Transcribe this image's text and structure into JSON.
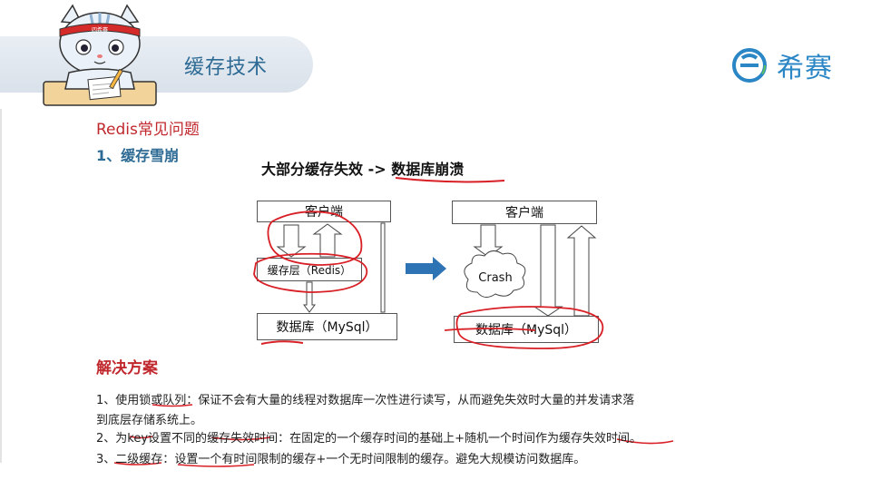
{
  "header": {
    "title": "缓存技术",
    "mascot_badge": "四希赛",
    "logo_text": "希赛"
  },
  "section": {
    "title": "Redis常见问题",
    "subtitle": "1、缓存雪崩"
  },
  "diagram": {
    "title_part1": "大部分缓存失效 -> ",
    "title_part2": "数据库崩溃",
    "left": {
      "client": "客户端",
      "cache": "缓存层（Redis）",
      "db": "数据库（MySql）"
    },
    "right": {
      "client": "客户端",
      "crash": "Crash",
      "db": "数据库（MySql）"
    }
  },
  "solutions": {
    "title": "解决方案",
    "line1a": "1、使用",
    "line1b": "锁或队列",
    "line1c": "：保证不会有大量的线程对数据库一次性进行读写，从而避免失效时大量的并发请求落",
    "line1d": "到底层存储系统上。",
    "line2a": "2、为",
    "line2b": "key",
    "line2c": "设置不同的",
    "line2d": "缓存失效",
    "line2e": "时间：在固定的一个缓存时间的基础上+随机一个时间作为缓存",
    "line2f": "失效时间。",
    "line3a": "3、",
    "line3b": "二级缓存",
    "line3c": "：",
    "line3d": "设置一个有时间限制的缓存",
    "line3e": "+一个无时间限制的缓存。避免大规模访问数据库。"
  },
  "colors": {
    "accent_blue": "#2d6a94",
    "accent_red": "#c0282d",
    "logo_blue": "#2a86c4",
    "annotation_red": "#d81f26"
  }
}
